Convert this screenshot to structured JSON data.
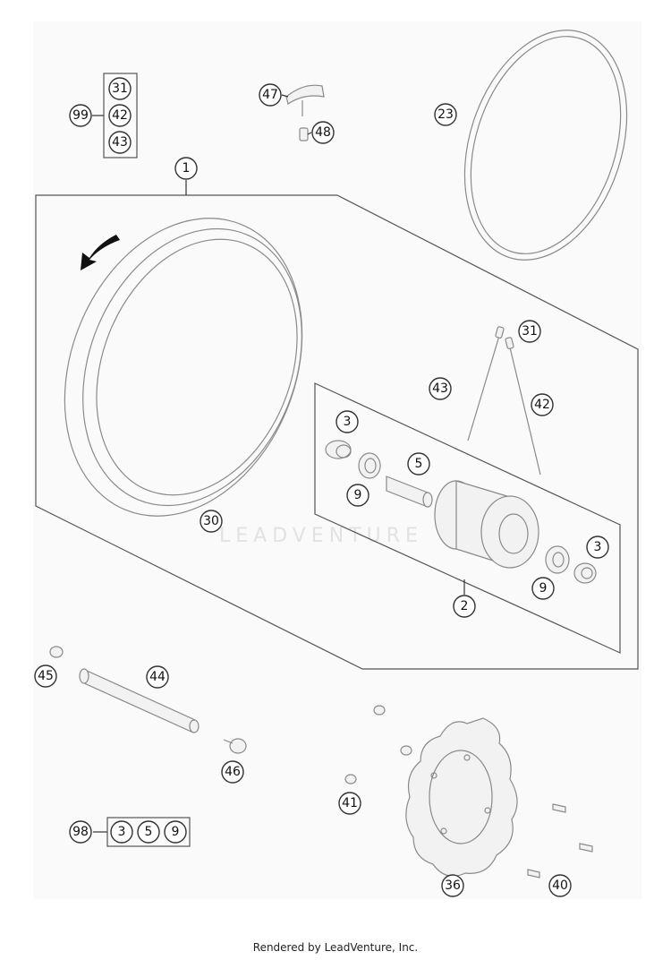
{
  "watermark": "LEADVENTURE",
  "footer": "Rendered by LeadVenture, Inc.",
  "callouts": {
    "c1": "1",
    "c2": "2",
    "c3a": "3",
    "c3b": "3",
    "c5": "5",
    "c9a": "9",
    "c9b": "9",
    "c23": "23",
    "c30": "30",
    "c31a": "31",
    "c31b": "31",
    "c36": "36",
    "c40": "40",
    "c41": "41",
    "c42a": "42",
    "c42b": "42",
    "c43a": "43",
    "c43b": "43",
    "c44": "44",
    "c45": "45",
    "c46": "46",
    "c47": "47",
    "c48": "48",
    "c98": "98",
    "c98_3": "3",
    "c98_5": "5",
    "c98_9": "9",
    "c99": "99"
  },
  "colors": {
    "line": "#333333",
    "part": "#8a8a8a",
    "fill": "#f2f2f2"
  }
}
